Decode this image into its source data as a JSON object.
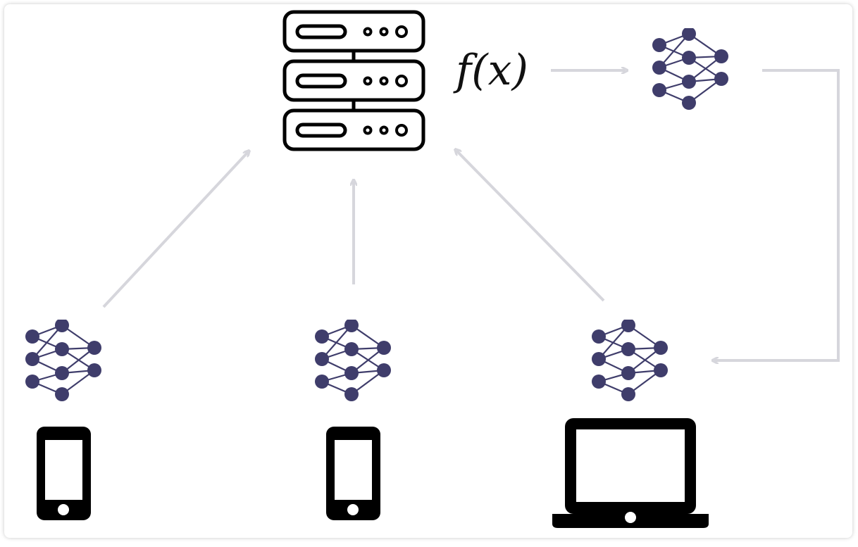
{
  "diagram": {
    "function_label": "f(x)",
    "colors": {
      "arrow": "#d6d6dc",
      "network_node": "#3f3d6b",
      "device": "#000000"
    },
    "nodes": [
      {
        "id": "server",
        "icon": "server-rack-icon"
      },
      {
        "id": "global-model",
        "icon": "neural-network-icon"
      },
      {
        "id": "client-1-model",
        "icon": "neural-network-icon"
      },
      {
        "id": "client-2-model",
        "icon": "neural-network-icon"
      },
      {
        "id": "client-3-model",
        "icon": "neural-network-icon"
      },
      {
        "id": "client-1-device",
        "icon": "smartphone-icon"
      },
      {
        "id": "client-2-device",
        "icon": "smartphone-icon"
      },
      {
        "id": "client-3-device",
        "icon": "laptop-icon"
      }
    ],
    "edges": [
      {
        "from": "client-1-model",
        "to": "server"
      },
      {
        "from": "client-2-model",
        "to": "server"
      },
      {
        "from": "client-3-model",
        "to": "server"
      },
      {
        "from": "server",
        "to": "global-model"
      },
      {
        "from": "global-model",
        "to": "client-3-model"
      }
    ]
  }
}
